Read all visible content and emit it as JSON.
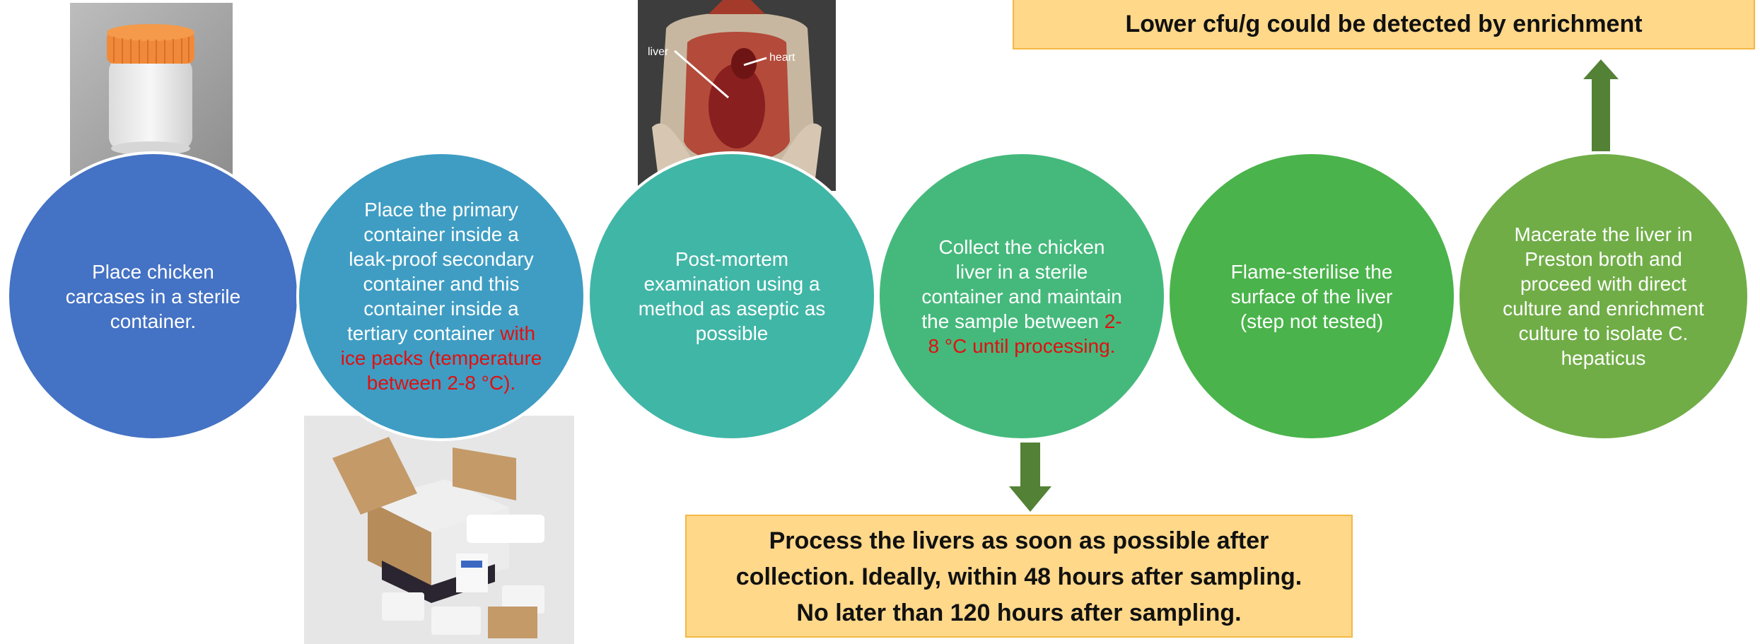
{
  "colors": {
    "step1": "#4472c4",
    "step2": "#3f9dc3",
    "step3": "#40b6a6",
    "step4": "#45b97c",
    "step5": "#4ab34b",
    "step6": "#70ad47",
    "arrow": "#538135",
    "note_fill": "#ffd88a",
    "emphasis_text": "#e01010"
  },
  "steps": [
    {
      "text": "Place chicken carcases in a sterile container."
    },
    {
      "text": "Place the primary container inside a leak-proof secondary container and this container inside a tertiary container",
      "highlight": "with ice packs (temperature between 2-8 °C)."
    },
    {
      "text": "Post-mortem examination using a method as aseptic as possible"
    },
    {
      "text": "Collect the chicken liver in a sterile container and maintain the sample between",
      "highlight": "2-8 °C until processing."
    },
    {
      "text": "Flame-sterilise the surface of the liver (step not tested)"
    },
    {
      "text": "Macerate the liver in Preston broth and proceed with direct culture and enrichment culture to isolate C. hepaticus"
    }
  ],
  "photos": {
    "jar": {
      "icon": "container-jar-photo"
    },
    "carcass": {
      "icon": "chicken-carcass-photo",
      "label_liver": "liver",
      "label_heart": "heart"
    },
    "box": {
      "icon": "shipping-box-photo"
    }
  },
  "notes": {
    "top_line": "Lower cfu/g could be detected by enrichment",
    "bottom_lines": [
      "Process the livers as soon as possible after",
      "collection. Ideally, within 48 hours after sampling.",
      "No later than 120 hours after sampling."
    ]
  }
}
